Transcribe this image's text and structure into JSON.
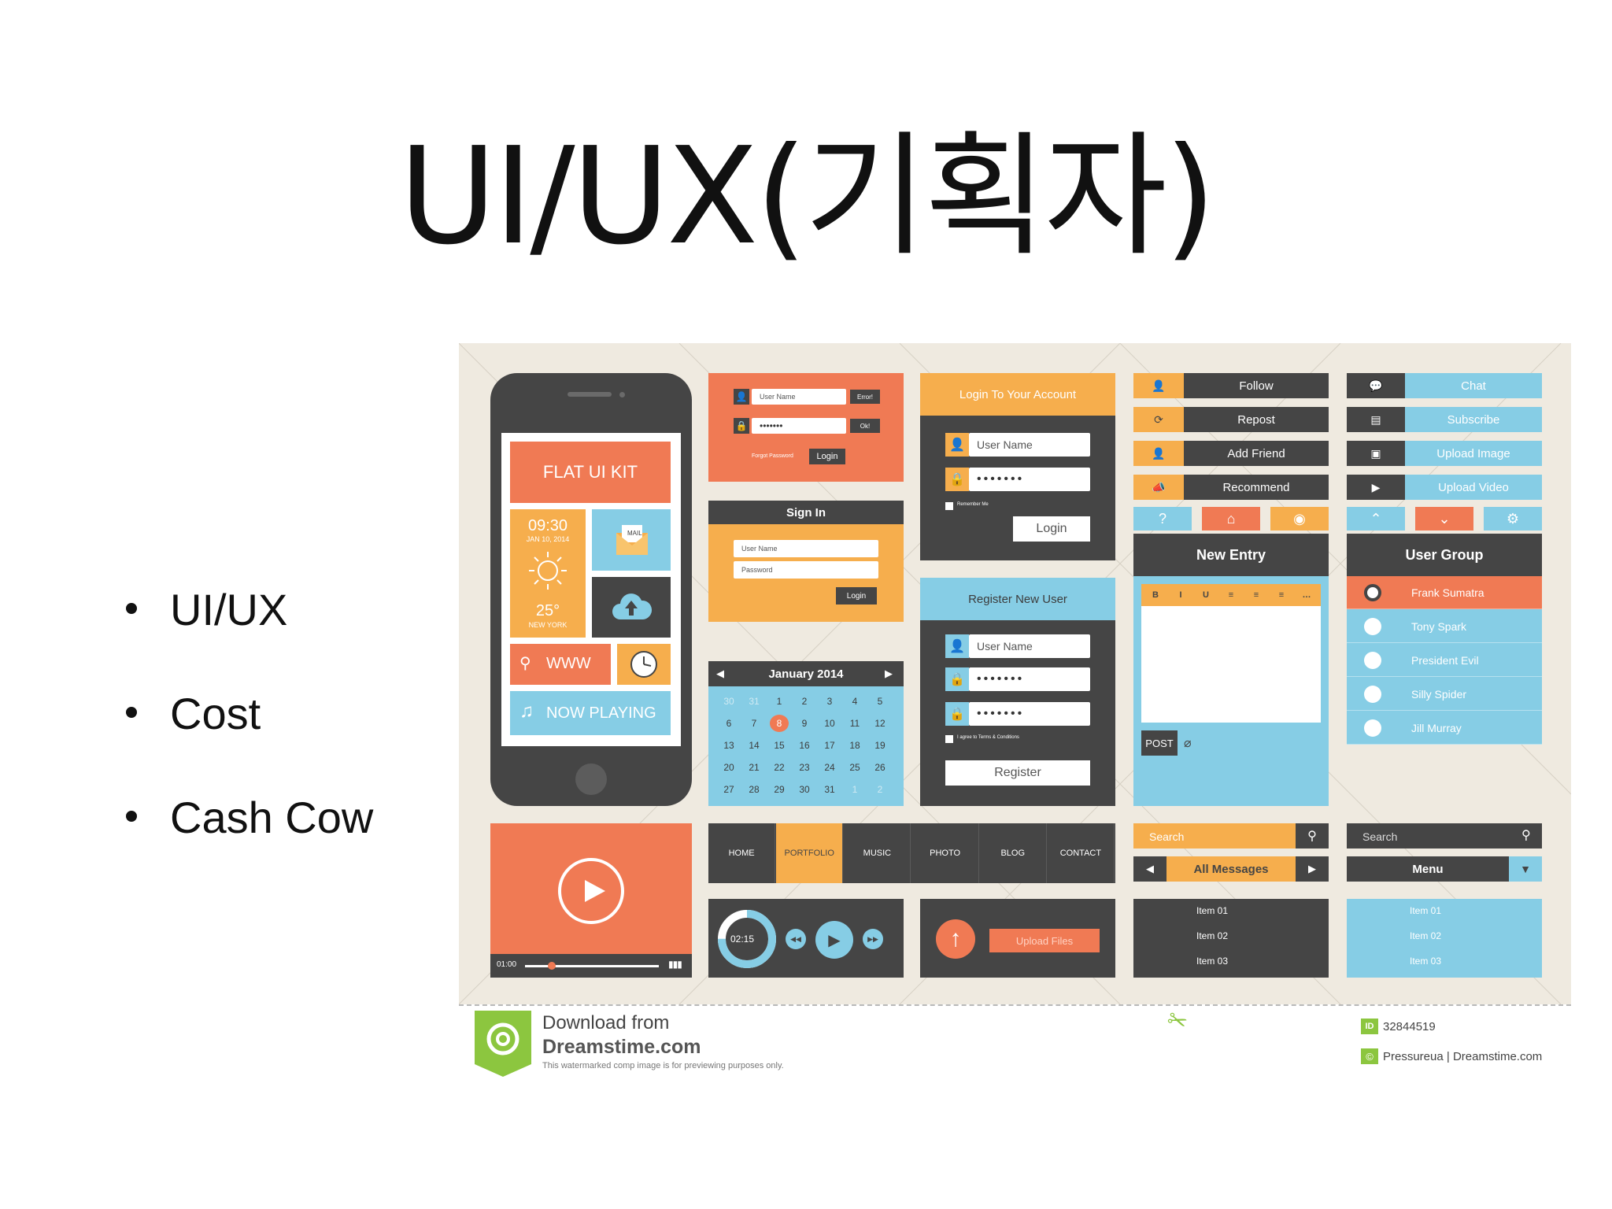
{
  "slide": {
    "title": "UI/UX(기획자)",
    "bullets": [
      "UI/UX",
      "Cost",
      "Cash Cow"
    ]
  },
  "phone": {
    "kit_title": "FLAT UI KIT",
    "time": "09:30",
    "date": "JAN 10, 2014",
    "temp": "25°",
    "city": "NEW YORK",
    "mail": "MAIL",
    "www": "WWW",
    "now_playing": "NOW PLAYING"
  },
  "login_small": {
    "username": "User Name",
    "error": "Error!",
    "password": "•••••••",
    "ok": "Ok!",
    "forgot": "Forgot Password",
    "login": "Login"
  },
  "signin": {
    "title": "Sign In",
    "username": "User Name",
    "password": "Password",
    "login": "Login"
  },
  "calendar": {
    "month": "January 2014",
    "rows": [
      [
        "30",
        "31",
        "1",
        "2",
        "3",
        "4",
        "5"
      ],
      [
        "6",
        "7",
        "8",
        "9",
        "10",
        "11",
        "12"
      ],
      [
        "13",
        "14",
        "15",
        "16",
        "17",
        "18",
        "19"
      ],
      [
        "20",
        "21",
        "22",
        "23",
        "24",
        "25",
        "26"
      ],
      [
        "27",
        "28",
        "29",
        "30",
        "31",
        "1",
        "2"
      ]
    ],
    "selected": "8"
  },
  "login_account": {
    "title": "Login To Your Account",
    "username": "User Name",
    "password": "•••••••",
    "remember": "Remember Me",
    "login": "Login"
  },
  "register": {
    "title": "Register New User",
    "username": "User Name",
    "password": "•••••••",
    "confirm": "•••••••",
    "terms": "I agree to Terms & Conditions",
    "button": "Register"
  },
  "social_left": [
    "Follow",
    "Repost",
    "Add Friend",
    "Recommend"
  ],
  "social_right": [
    "Chat",
    "Subscribe",
    "Upload Image",
    "Upload Video"
  ],
  "new_entry": {
    "title": "New Entry",
    "toolbar": [
      "B",
      "I",
      "U",
      "≡",
      "≡",
      "≡",
      "…"
    ],
    "post": "POST"
  },
  "user_group": {
    "title": "User Group",
    "users": [
      "Frank Sumatra",
      "Tony Spark",
      "President Evil",
      "Silly Spider",
      "Jill Murray"
    ]
  },
  "video": {
    "time": "01:00",
    "progress": 0.2
  },
  "nav": [
    "HOME",
    "PORTFOLIO",
    "MUSIC",
    "PHOTO",
    "BLOG",
    "CONTACT"
  ],
  "player": {
    "time": "02:15",
    "progress": 0.75
  },
  "upload": {
    "label": "Upload Files"
  },
  "search_left": {
    "placeholder": "Search"
  },
  "search_right": {
    "placeholder": "Search"
  },
  "messages": {
    "label": "All Messages",
    "items": [
      "Item 01",
      "Item 02",
      "Item 03"
    ]
  },
  "menu": {
    "label": "Menu",
    "items": [
      "Item 01",
      "Item 02",
      "Item 03"
    ]
  },
  "footer": {
    "download_from": "Download from",
    "site": "Dreamstime.com",
    "notice": "This watermarked comp image is for previewing purposes only.",
    "id": "32844519",
    "credit": "Pressureua | Dreamstime.com",
    "id_badge": "ID"
  },
  "colors": {
    "dark": "#454545",
    "orange": "#f07a54",
    "yellow": "#f6ae4d",
    "blue": "#86cde5",
    "bg": "#efeae0"
  }
}
